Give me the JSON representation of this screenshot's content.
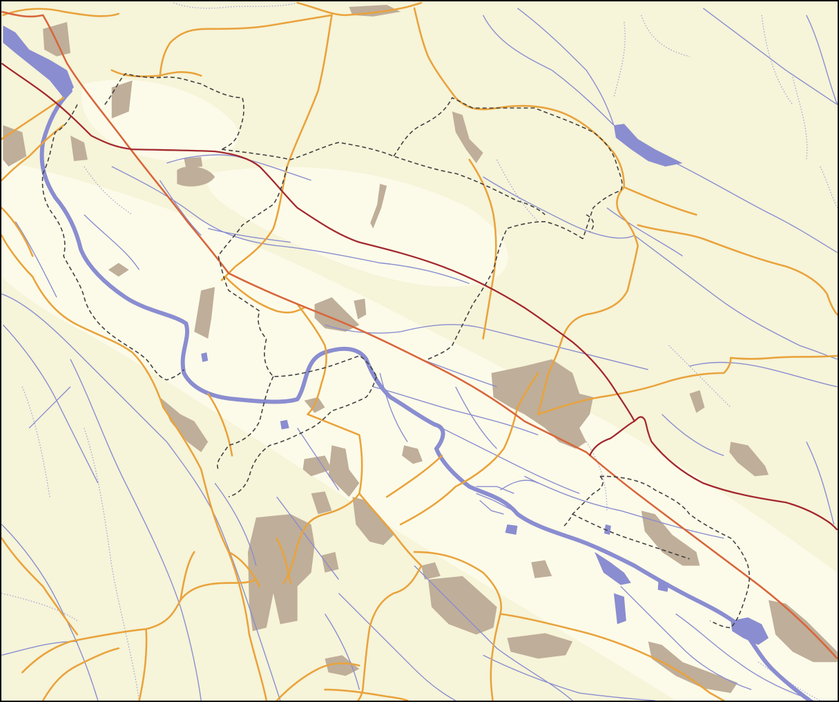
{
  "map": {
    "colors": {
      "land": "#f6f4d9",
      "valley_floor": "#fcfbe9",
      "settlement": "#bfae99",
      "water": "#8a8dd0",
      "stream": "#8a8dd0",
      "intermittent_stream": "#a0a3d6",
      "road": "#e9a33c",
      "motorway": "#d8663c",
      "railway": "#a3282e",
      "boundary": "#404040",
      "frame": "#000000"
    },
    "feature_types": [
      "river",
      "lake",
      "stream",
      "intermittent-stream",
      "road",
      "motorway",
      "railway",
      "municipal-boundary",
      "settlement"
    ]
  }
}
